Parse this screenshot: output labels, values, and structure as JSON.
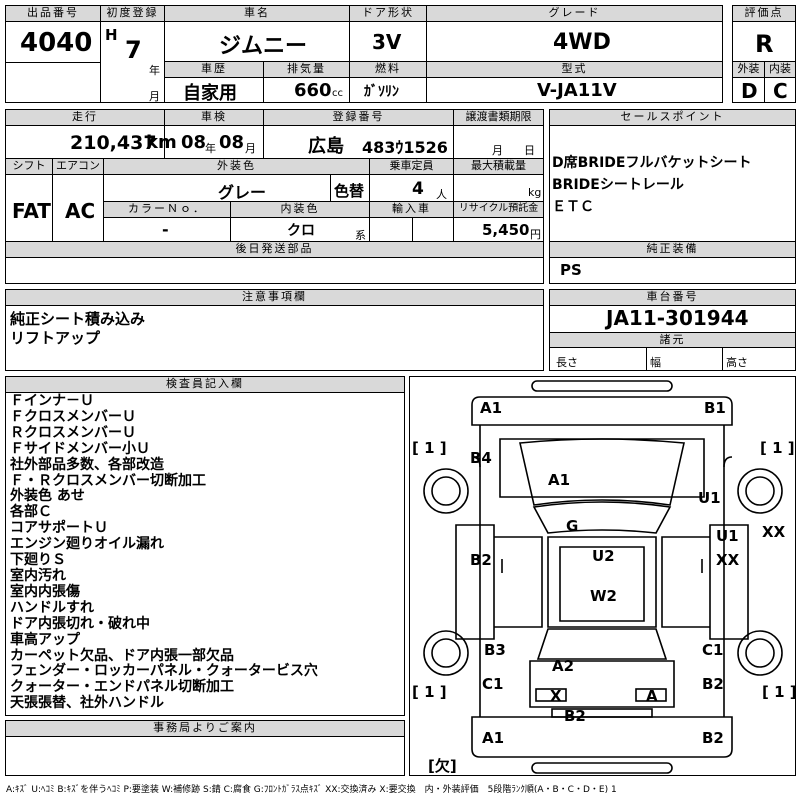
{
  "header": {
    "lot_no_label": "出品番号",
    "lot_no": "4040",
    "first_reg_label": "初度登録",
    "era": "H",
    "year": "7",
    "year_unit": "年",
    "month_unit": "月",
    "car_name_label": "車名",
    "car_name": "ジムニー",
    "door_label": "ドア形状",
    "door": "3V",
    "grade_label": "グレード",
    "grade": "4WD",
    "score_label": "評価点",
    "score": "R",
    "history_label": "車歴",
    "history": "自家用",
    "displacement_label": "排気量",
    "displacement": "660",
    "displacement_unit": "cc",
    "fuel_label": "燃料",
    "fuel": "ｶﾞｿﾘﾝ",
    "model_label": "型式",
    "model": "V-JA11V",
    "ext_label": "外装",
    "ext": "D",
    "int_label": "内装",
    "int": "C"
  },
  "row2": {
    "mileage_label": "走行",
    "mileage": "210,437",
    "mileage_unit": "km",
    "inspection_label": "車検",
    "insp_year": "08",
    "insp_year_unit": "年",
    "insp_month": "08",
    "insp_month_unit": "月",
    "plate_label": "登録番号",
    "plate_area": "広島",
    "plate_no": "483ｳ1526",
    "transfer_label": "譲渡書類期限",
    "transfer_month_unit": "月",
    "transfer_day_unit": "日",
    "sales_label": "セールスポイント",
    "sales_points": [
      "D席BRIDEフルバケットシート",
      "BRIDEシートレール",
      "ＥＴＣ"
    ]
  },
  "row3": {
    "shift_label": "シフト",
    "shift": "FAT",
    "ac_label": "エアコン",
    "ac": "AC",
    "color_label": "外装色",
    "color": "グレー",
    "color_change": "色替",
    "capacity_label": "乗車定員",
    "capacity": "4",
    "capacity_unit": "人",
    "load_label": "最大積載量",
    "load_unit": "kg",
    "color_no_label": "カラーＮｏ．",
    "color_no": "-",
    "int_color_label": "内装色",
    "int_color": "クロ",
    "int_color_unit": "系",
    "import_label": "輸入車",
    "recycle_label": "リサイクル預託金",
    "recycle": "5,450",
    "recycle_unit": "円"
  },
  "later_parts_label": "後日発送部品",
  "genuine_label": "純正装備",
  "genuine": "PS",
  "notes_label": "注意事項欄",
  "notes": [
    "純正シート積み込み",
    "リフトアップ"
  ],
  "chassis_label": "車台番号",
  "chassis": "JA11-301944",
  "specs_label": "諸元",
  "len_label": "長さ",
  "width_label": "幅",
  "height_label": "高さ",
  "inspector_label": "検査員記入欄",
  "inspector": [
    "Ｆインナ－Ｕ",
    "ＦクロスメンバーＵ",
    "ＲクロスメンバーＵ",
    "Ｆサイドメンバー小Ｕ",
    "社外部品多数、各部改造",
    "Ｆ・Ｒクロスメンバー切断加工",
    "外装色 あせ",
    "各部Ｃ",
    "コアサポートＵ",
    "エンジン廻りオイル漏れ",
    "下廻りＳ",
    "室内汚れ",
    "室内内張傷",
    "ハンドルすれ",
    "ドア内張切れ・破れ中",
    "車高アップ",
    "カーペット欠品、ドア内張一部欠品",
    "フェンダー・ロッカーパネル・クォータービス穴",
    "クォーター・エンドパネル切断加工",
    "天張張替、社外ハンドル"
  ],
  "office_label": "事務局よりご案内",
  "diagram": {
    "marks": [
      "A1",
      "B1",
      "[ 1 ]",
      "[ 1 ]",
      "B4",
      "A1",
      "U1",
      "G",
      "U1",
      "XX",
      "B2",
      "U2",
      "XX",
      "W2",
      "B3",
      "C1",
      "A2",
      "[ 1 ]",
      "C1",
      "B2",
      "[ 1 ]",
      "X",
      "A",
      "B2",
      "A1",
      "B2"
    ],
    "missing": "[欠]"
  },
  "legend": "A:ｷｽﾞ U:ﾍｺﾐ B:ｷｽﾞを伴うﾍｺﾐ P:要塗装 W:補修跡 S:錆 C:腐食 G:ﾌﾛﾝﾄｶﾞﾗｽ点ｷｽﾞ XX:交換済み X:要交換　内・外装評価　5段階ﾗﾝｸ順(A・B・C・D・E) 1"
}
